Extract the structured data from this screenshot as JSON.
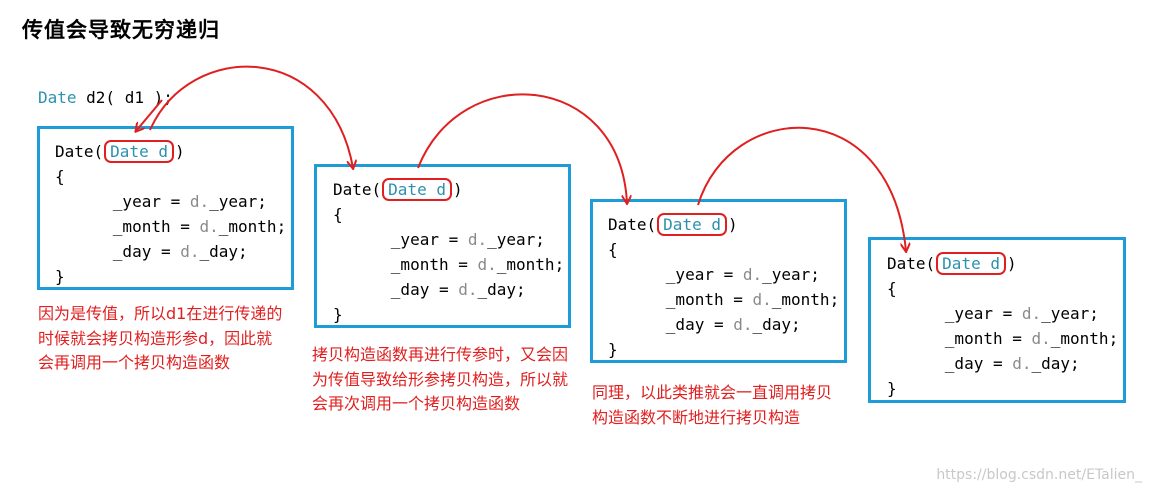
{
  "title": "传值会导致无穷递归",
  "call": {
    "type": "Date",
    "rest": " d2( d1 );"
  },
  "code": {
    "ctor_name": "Date",
    "open_paren": "(",
    "param": "Date d",
    "close_paren": ")",
    "open_brace": "{",
    "close_brace": "}",
    "line1_lhs": "_year = ",
    "line1_rhs": "d.",
    "line1_end": "_year;",
    "line2_lhs": "_month = ",
    "line2_rhs": "d.",
    "line2_end": "_month;",
    "line3_lhs": "_day = ",
    "line3_rhs": "d.",
    "line3_end": "_day;"
  },
  "notes": [
    "因为是传值，所以d1在进行传递的时候就会拷贝构造形参d，因此就会再调用一个拷贝构造函数",
    "拷贝构造函数再进行传参时，又会因为传值导致给形参拷贝构造，所以就会再次调用一个拷贝构造函数",
    "同理，以此类推就会一直调用拷贝构造函数不断地进行拷贝构造"
  ],
  "watermark": "https://blog.csdn.net/ETalien_",
  "colors": {
    "box_border": "#1e9cd7",
    "arrow": "#e02020",
    "keyword": "#2b91af",
    "note": "#e02020"
  }
}
